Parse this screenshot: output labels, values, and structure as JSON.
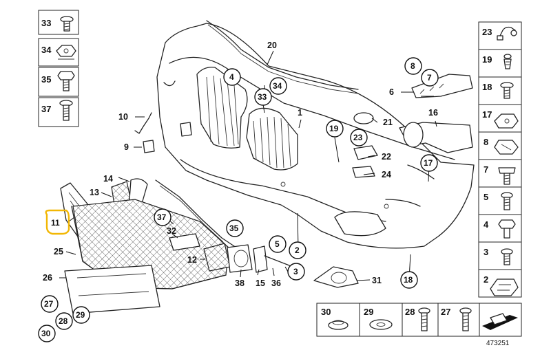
{
  "diagram_number": "473251",
  "highlighted_part": "11",
  "highlight_color": "#f2b705",
  "callouts": {
    "c1": "1",
    "c2": "2",
    "c3": "3",
    "c4": "4",
    "c5": "5",
    "c6": "6",
    "c7": "7",
    "c8": "8",
    "c9": "9",
    "c10": "10",
    "c11": "11",
    "c12": "12",
    "c13": "13",
    "c14": "14",
    "c15": "15",
    "c16": "16",
    "c17": "17",
    "c18": "18",
    "c19": "19",
    "c20": "20",
    "c21": "21",
    "c22": "22",
    "c23": "23",
    "c24": "24",
    "c25": "25",
    "c26": "26",
    "c27": "27",
    "c28": "28",
    "c29": "29",
    "c30": "30",
    "c31": "31",
    "c32": "32",
    "c33": "33",
    "c34": "34",
    "c35": "35",
    "c36": "36",
    "c37": "37",
    "c38": "38"
  },
  "left_column": [
    "33",
    "34",
    "35",
    "37"
  ],
  "right_column": [
    "23",
    "19",
    "18",
    "17",
    "8",
    "7",
    "5",
    "4",
    "3",
    "2"
  ],
  "bottom_row": [
    "30",
    "29",
    "28",
    "27"
  ]
}
